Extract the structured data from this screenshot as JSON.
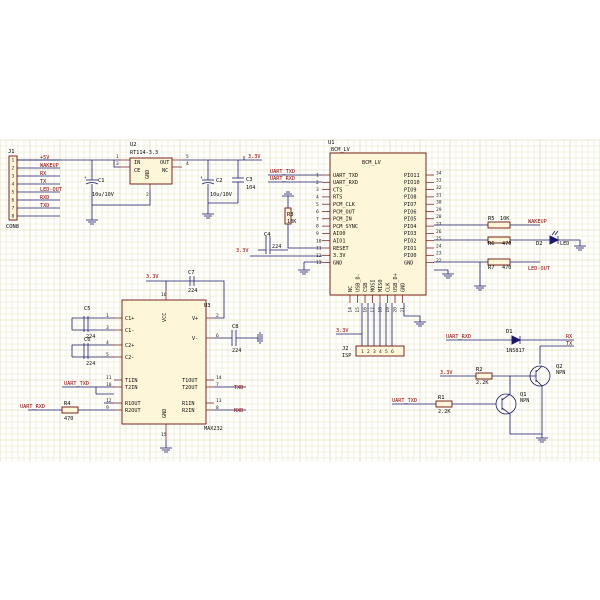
{
  "j1": {
    "ref": "J1",
    "name": "CON8",
    "pins": [
      "1",
      "2",
      "3",
      "4",
      "5",
      "6",
      "7",
      "8"
    ],
    "nets": [
      "+5V",
      "WAKEUP",
      "RX",
      "TX",
      "LED-OUT",
      "RXD",
      "TXD",
      ""
    ]
  },
  "u2": {
    "ref": "U2",
    "name": "RT114-3.3",
    "in": "IN",
    "ce": "CE",
    "gnd": "GND",
    "out": "OUT",
    "nc": "NC",
    "p1": "1",
    "p3": "3",
    "p2": "2",
    "p5": "5",
    "p4": "4"
  },
  "c1": {
    "ref": "C1",
    "val": "10u/10V"
  },
  "c2": {
    "ref": "C2",
    "val": "10u/10V"
  },
  "c3": {
    "ref": "C3",
    "val": "104"
  },
  "net33_top": "3.3V",
  "u1": {
    "ref": "U1",
    "name": "BCM_LV",
    "title": "BCM_LV",
    "left_pins": [
      "1",
      "2",
      "3",
      "4",
      "5",
      "6",
      "7",
      "8",
      "9",
      "10",
      "11",
      "12",
      "13"
    ],
    "left_labels": [
      "UART_TXD",
      "UART_RXD",
      "CTS",
      "RTS",
      "PCM_CLK",
      "PCM_OUT",
      "PCM_IN",
      "PCM_SYNC",
      "AIO0",
      "AIO1",
      "RESET",
      "3.3V",
      "GND"
    ],
    "right_labels": [
      "PIO11",
      "PIO10",
      "PIO9",
      "PIO8",
      "PIO7",
      "PIO6",
      "PIO5",
      "PIO4",
      "PIO3",
      "PIO2",
      "PIO1",
      "PIO0",
      "GND"
    ],
    "right_pins": [
      "34",
      "33",
      "32",
      "31",
      "30",
      "29",
      "28",
      "27",
      "26",
      "25",
      "24",
      "23",
      "22"
    ],
    "bottom_labels": [
      "NC",
      "USB_D-",
      "CSB",
      "MOSI",
      "MISO",
      "CLK",
      "USB_D+",
      "GND"
    ],
    "bottom_pins": [
      "14",
      "15",
      "16",
      "17",
      "18",
      "19",
      "20",
      "21"
    ]
  },
  "u1_nets": {
    "txd": "UART_TXD",
    "rxd": "UART_RXD"
  },
  "r3": {
    "ref": "R3",
    "val": "10K"
  },
  "c4": {
    "ref": "C4",
    "val": "224"
  },
  "net33_u1": "3.3V",
  "r5": {
    "ref": "R5",
    "val": "10K",
    "net": "WAKEUP"
  },
  "r6": {
    "ref": "R6",
    "val": "470"
  },
  "d2": {
    "ref": "D2",
    "val": "LED"
  },
  "r7": {
    "ref": "R7",
    "val": "470",
    "net": "LED-OUT"
  },
  "j2": {
    "ref": "J2",
    "name": "ISP",
    "net": "3.3V",
    "pins": [
      "1",
      "2",
      "3",
      "4",
      "5",
      "6"
    ]
  },
  "u3": {
    "ref": "U3",
    "name": "MAX232",
    "vcc": "VCC",
    "gnd": "GND",
    "left": [
      "C1+",
      "C1-",
      "C2+",
      "C2-",
      "T1IN",
      "T2IN",
      "R1OUT",
      "R2OUT"
    ],
    "left_pins": [
      "1",
      "3",
      "4",
      "5",
      "11",
      "10",
      "12",
      "9"
    ],
    "right": [
      "V+",
      "V-",
      "T1OUT",
      "T2OUT",
      "R1IN",
      "R2IN"
    ],
    "right_pins": [
      "2",
      "6",
      "14",
      "7",
      "13",
      "8"
    ],
    "p16": "16",
    "p15": "15"
  },
  "u3_nets": {
    "v33": "3.3V",
    "txd_in": "UART_TXD",
    "rxd_out": "UART_RXD",
    "txd": "TXD",
    "rxd": "RXD"
  },
  "c5": {
    "ref": "C5",
    "val": "224"
  },
  "c6": {
    "ref": "C6",
    "val": "224"
  },
  "c7": {
    "ref": "C7",
    "val": "224"
  },
  "c8": {
    "ref": "C8",
    "val": "224"
  },
  "r4": {
    "ref": "R4",
    "val": "470"
  },
  "d1": {
    "ref": "D1",
    "val": "1N5817",
    "net": "UART_RXD",
    "rx": "RX",
    "tx": "TX"
  },
  "q_section": {
    "v33": "3.3V",
    "uart_txd": "UART_TXD"
  },
  "r2": {
    "ref": "R2",
    "val": "2.2K"
  },
  "r1": {
    "ref": "R1",
    "val": "2.2K"
  },
  "q1": {
    "ref": "Q1",
    "val": "NPN"
  },
  "q2": {
    "ref": "Q2",
    "val": "NPN"
  }
}
